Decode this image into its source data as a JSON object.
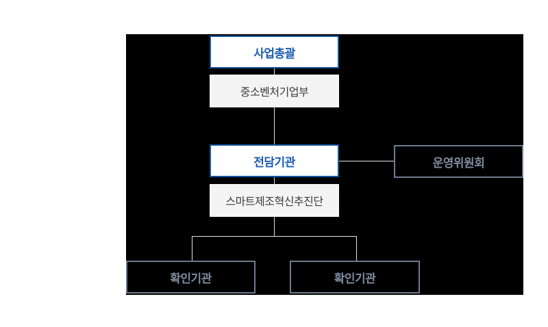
{
  "diagram": {
    "type": "org-chart",
    "colors": {
      "canvas_background": "#000000",
      "page_background": "#ffffff",
      "accent_blue_border": "#1156a3",
      "accent_blue_text": "#1b5cad",
      "gray_node_fill": "#f4f4f4",
      "gray_node_text": "#3d3d3d",
      "slate_border": "#6e7c90",
      "slate_text": "#7e8ba0",
      "connector_line": "#e3e3e3"
    },
    "nodes": {
      "business_overall": {
        "label": "사업총괄"
      },
      "ministry": {
        "label": "중소벤처기업부"
      },
      "dedicated_agency": {
        "label": "전담기관"
      },
      "smart_team": {
        "label": "스마트제조혁신추진단"
      },
      "steering_committee": {
        "label": "운영위원회"
      },
      "confirm_agency_left": {
        "label": "확인기관"
      },
      "confirm_agency_right": {
        "label": "확인기관"
      }
    },
    "edges": [
      "business_overall - ministry",
      "ministry - dedicated_agency",
      "dedicated_agency - smart_team",
      "dedicated_agency - steering_committee",
      "smart_team - confirm_agency_left",
      "smart_team - confirm_agency_right"
    ]
  }
}
